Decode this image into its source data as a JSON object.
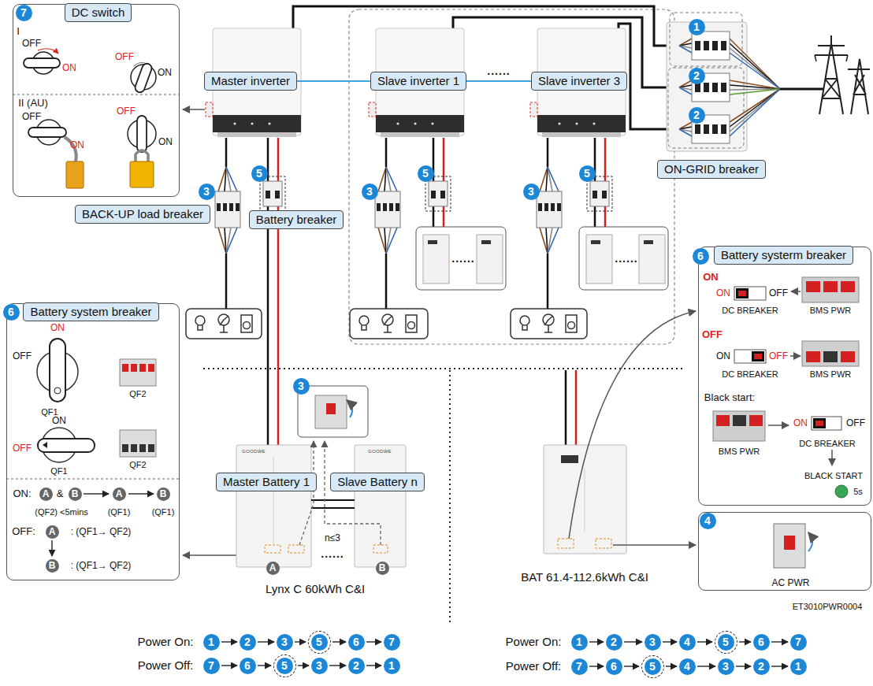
{
  "diagram": {
    "nodes": [
      {
        "text": [
          "DC switch"
        ]
      },
      {
        "text": [
          "Master inverter"
        ]
      },
      {
        "text": [
          "Slave inverter 1"
        ]
      },
      {
        "text": [
          "Slave inverter 3"
        ]
      },
      {
        "text": [
          "ON-GRID breaker"
        ]
      },
      {
        "text": [
          "BACK-UP load breaker"
        ]
      },
      {
        "text": [
          "Battery breaker"
        ]
      },
      {
        "text": [
          "Battery system breaker"
        ]
      },
      {
        "text": [
          "Battery systerm breaker"
        ]
      },
      {
        "text": [
          "AC PWR"
        ]
      },
      {
        "text": [
          "Master Battery 1"
        ]
      },
      {
        "text": [
          "Slave Battery n"
        ]
      }
    ],
    "edges": [
      {
        "from": 1,
        "to": 2,
        "arrow": "none"
      },
      {
        "from": 2,
        "to": 3,
        "arrow": "none"
      }
    ],
    "labels": [
      "7",
      "I",
      "OFF",
      "ON",
      "OFF",
      "ON",
      "II (AU)",
      "OFF",
      "ON",
      "OFF",
      "ON",
      "......",
      "1",
      "2",
      "2",
      "3",
      "5",
      "3",
      "5",
      "3",
      "5",
      "......",
      "......",
      "6",
      "ON",
      "OFF",
      "QF1",
      "QF2",
      "ON",
      "OFF",
      "QF1",
      "QF2",
      "ON:",
      "A",
      "&",
      "B",
      "A",
      "B",
      "(QF2) <5mins",
      "(QF1)",
      "(QF1)",
      "OFF:",
      "A",
      ": (QF1→ QF2)",
      "B",
      ": (QF1→ QF2)",
      "3",
      "GOODWE",
      "GOODWE",
      "n≤3",
      "......",
      "A",
      "B",
      "Lynx C 60kWh C&I",
      "6",
      "ON",
      "ON",
      "OFF",
      "DC BREAKER",
      "BMS PWR",
      "OFF",
      "ON",
      "OFF",
      "DC BREAKER",
      "BMS PWR",
      "Black start:",
      "BMS PWR",
      "ON",
      "OFF",
      "DC BREAKER",
      "BLACK START",
      "5s",
      "4",
      "BAT 61.4-112.6kWh C&I",
      "ET3010PWR0004",
      "Power On:",
      "1",
      "2",
      "3",
      "5",
      "6",
      "7",
      "Power Off:",
      "7",
      "6",
      "5",
      "3",
      "2",
      "1",
      "Power On:",
      "1",
      "2",
      "3",
      "4",
      "5",
      "6",
      "7",
      "Power Off:",
      "7",
      "6",
      "5",
      "4",
      "3",
      "2",
      "1"
    ]
  }
}
